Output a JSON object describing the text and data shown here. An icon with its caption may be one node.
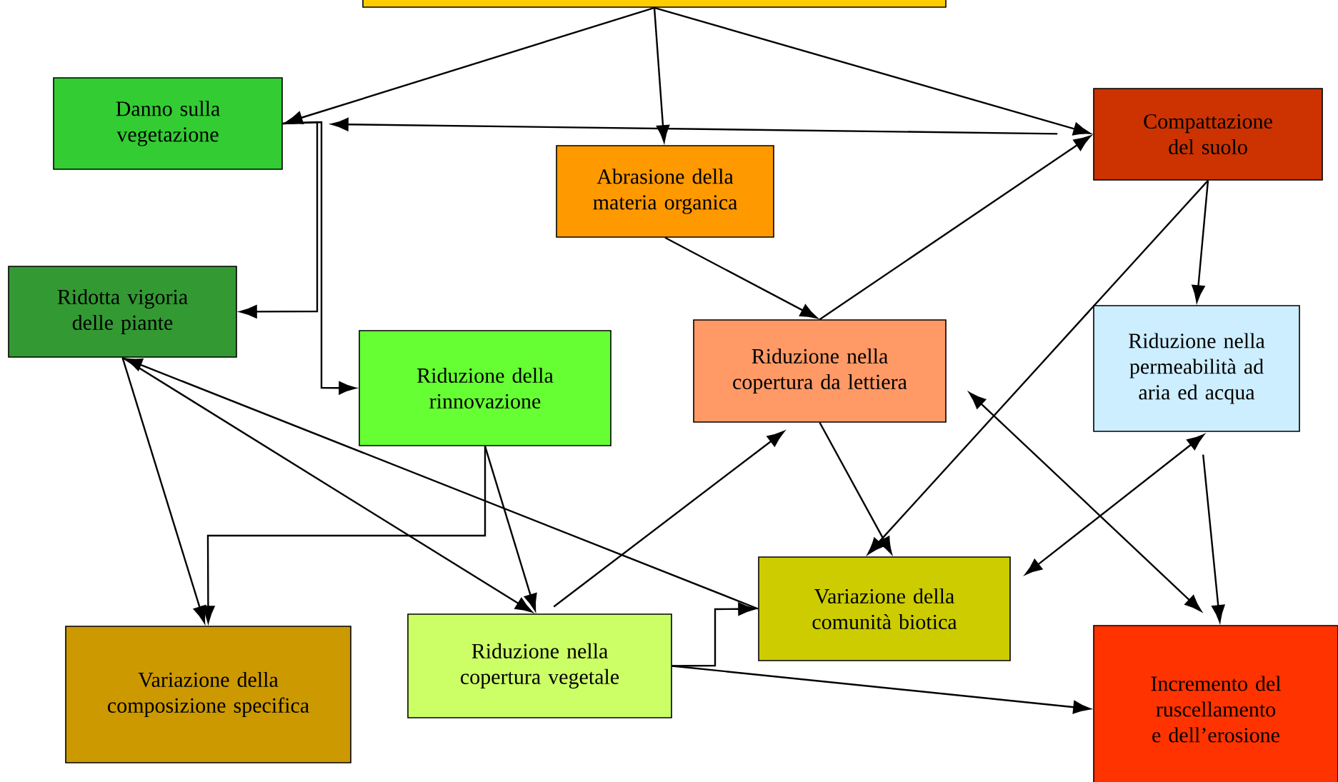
{
  "diagram": {
    "nodes": [
      {
        "text": [],
        "shape": "box"
      },
      {
        "text": [
          "Danno sulla vegetazione"
        ]
      },
      {
        "text": [
          "Abrasione della materia organica"
        ]
      },
      {
        "text": [
          "Compattazione del suolo"
        ]
      },
      {
        "text": [
          "Ridotta vigoria delle piante"
        ]
      },
      {
        "text": [
          "Riduzione della rinnovazione"
        ]
      },
      {
        "text": [
          "Riduzione nella copertura da lettiera"
        ]
      },
      {
        "text": [
          "Riduzione nella permeabilità ad aria ed acqua"
        ]
      },
      {
        "text": [
          "Variazione della composizione specifica"
        ]
      },
      {
        "text": [
          "Riduzione nella copertura vegetale"
        ]
      },
      {
        "text": [
          "Variazione della comunità biotica"
        ]
      },
      {
        "text": [
          "Incremento del ruscellamento e dell’erosione"
        ]
      }
    ],
    "edges": [
      {
        "from": 0,
        "to": 1,
        "arrow": "to"
      },
      {
        "from": 0,
        "to": 2,
        "arrow": "to"
      },
      {
        "from": 0,
        "to": 3,
        "arrow": "to"
      },
      {
        "from": 3,
        "to": 1,
        "arrow": "to"
      },
      {
        "from": 1,
        "to": 4,
        "arrow": "to"
      },
      {
        "from": 1,
        "to": 5,
        "arrow": "to"
      },
      {
        "from": 2,
        "to": 6,
        "arrow": "to"
      },
      {
        "from": 6,
        "to": 3,
        "arrow": "to"
      },
      {
        "from": 3,
        "to": 10,
        "arrow": "to"
      },
      {
        "from": 3,
        "to": 7,
        "arrow": "to"
      },
      {
        "from": 6,
        "to": 10,
        "arrow": "to"
      },
      {
        "from": 9,
        "to": 6,
        "arrow": "to"
      },
      {
        "from": 7,
        "to": 10,
        "arrow": "both"
      },
      {
        "from": 6,
        "to": 11,
        "arrow": "both"
      },
      {
        "from": 7,
        "to": 11,
        "arrow": "to"
      },
      {
        "from": 4,
        "to": 8,
        "arrow": "to"
      },
      {
        "from": 4,
        "to": 9,
        "arrow": "to"
      },
      {
        "from": 10,
        "to": 4,
        "arrow": "to"
      },
      {
        "from": 5,
        "to": 8,
        "arrow": "to"
      },
      {
        "from": 5,
        "to": 9,
        "arrow": "to"
      },
      {
        "from": 9,
        "to": 10,
        "arrow": "to"
      },
      {
        "from": 9,
        "to": 11,
        "arrow": "to"
      }
    ]
  }
}
